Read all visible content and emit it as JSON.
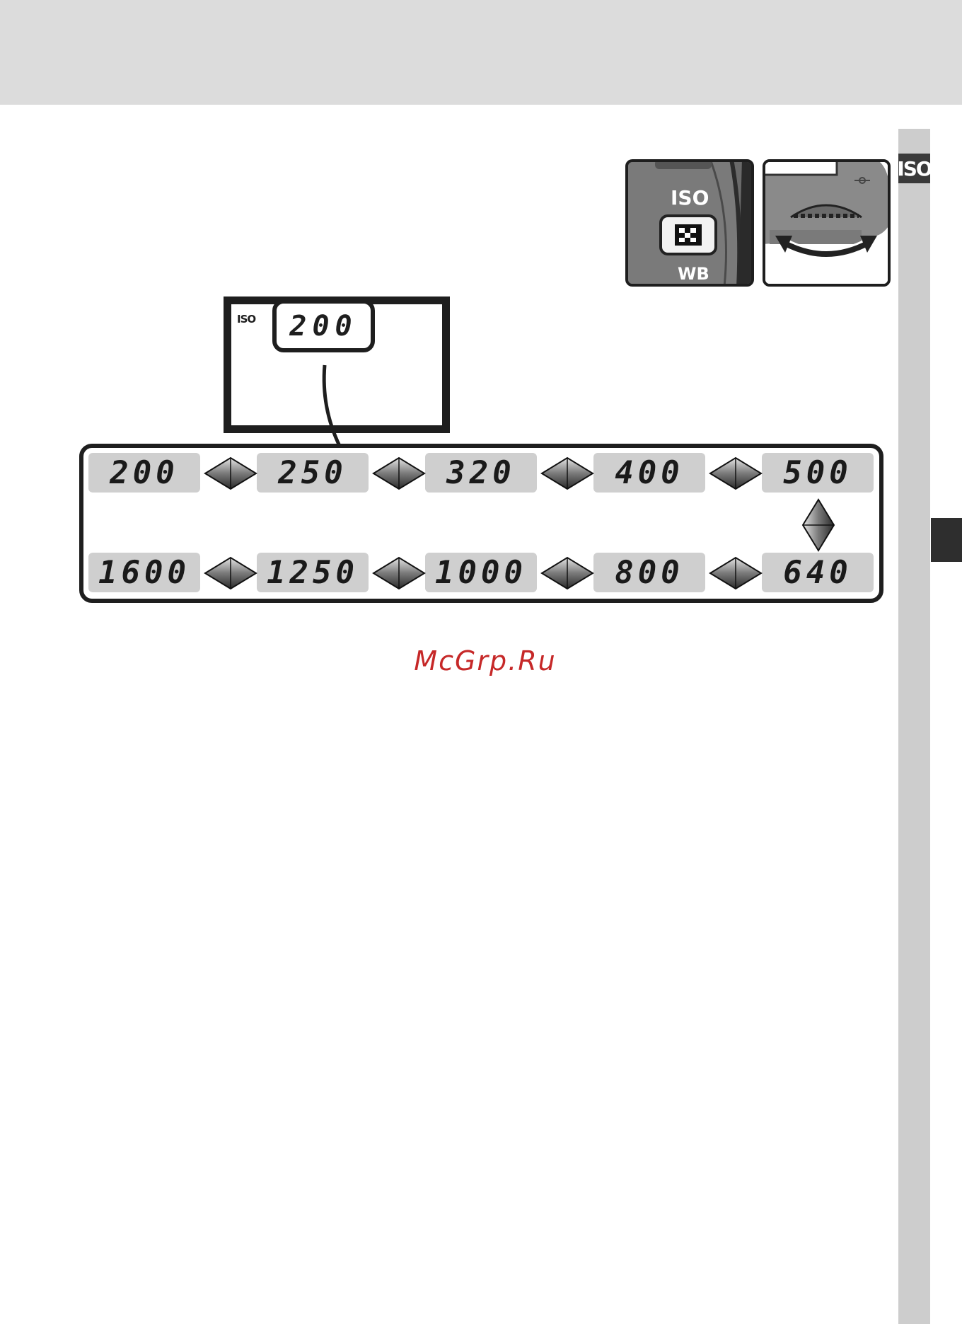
{
  "side_tab": {
    "label": "ISO"
  },
  "illustrations": {
    "button_iso_label": "ISO",
    "button_wb_label": "WB"
  },
  "lcd": {
    "iso_label": "ISO",
    "value": "200"
  },
  "sensitivity_sequence": {
    "row1": [
      "200",
      "250",
      "320",
      "400",
      "500"
    ],
    "row2": [
      "1600",
      "1250",
      "1000",
      "800",
      "640"
    ]
  },
  "watermark": "McGrp.Ru",
  "colors": {
    "band": "#dcdcdc",
    "strip": "#cdcdcd",
    "dark": "#1e1e1e",
    "watermark": "#c62828"
  }
}
